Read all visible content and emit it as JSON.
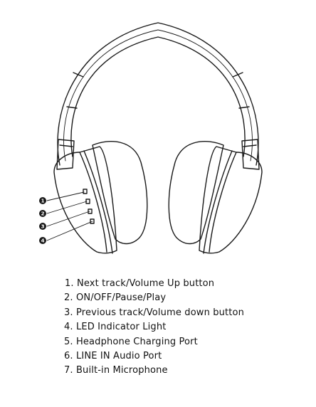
{
  "callouts": [
    "1",
    "2",
    "3",
    "4"
  ],
  "legend": {
    "items": [
      "1.  Next track/Volume Up button",
      "2. ON/OFF/Pause/Play",
      "3. Previous track/Volume down button",
      "4. LED Indicator Light",
      "5. Headphone Charging Port",
      "6. LINE IN Audio Port",
      "7. Built-in Microphone"
    ]
  },
  "colors": {
    "line": "#1a1a1a",
    "background": "#ffffff"
  }
}
